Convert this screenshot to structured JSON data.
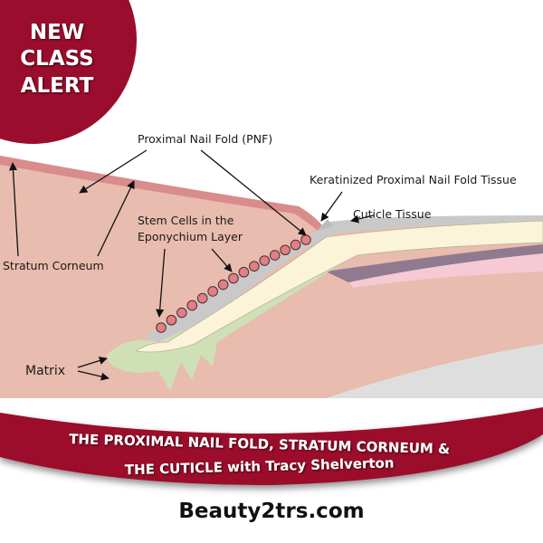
{
  "badge": {
    "lines": [
      "NEW",
      "CLASS",
      "ALERT"
    ],
    "color": "#9b0d2c"
  },
  "labels": {
    "pnf": "Proximal Nail Fold (PNF)",
    "keratinized": "Keratinized Proximal Nail Fold Tissue",
    "cuticle": "Cuticle Tissue",
    "stem_line1": "Stem Cells in the",
    "stem_line2": "Eponychium Layer",
    "stratum": "Stratum Corneum",
    "matrix": "Matrix"
  },
  "banner": {
    "line1": "THE PROXIMAL NAIL FOLD, STRATUM CORNEUM &",
    "line2": "THE CUTICLE with Tracy Shelverton",
    "color": "#9b0d2c"
  },
  "website": "Beauty2trs.com",
  "colors": {
    "skin": "#e8bcae",
    "stratum": "#d98c8c",
    "nail": "#fbf4d8",
    "matrix": "#cfe0b6",
    "stem_cell": "#e07f85",
    "gray": "#c9c9c9"
  }
}
